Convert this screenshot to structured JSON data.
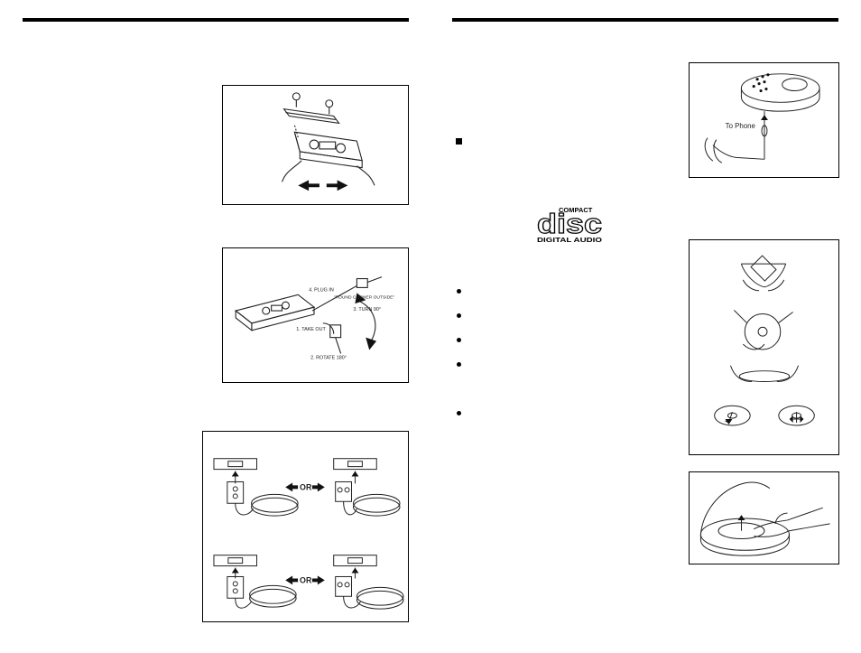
{
  "figures": {
    "phone_label": "To Phone",
    "cassette": {
      "step1": "1. TAKE OUT",
      "step2": "2. ROTATE 180°",
      "step3": "3. TURN 90°",
      "step4": "4. PLUG IN",
      "note": "\"ROUND CORNER OUTSIDE\""
    },
    "connection_option": "OR"
  },
  "cd_logo": {
    "top": "COMPACT",
    "mid": "disc",
    "bottom": "DIGITAL AUDIO"
  },
  "bullets": {
    "count": 5
  }
}
